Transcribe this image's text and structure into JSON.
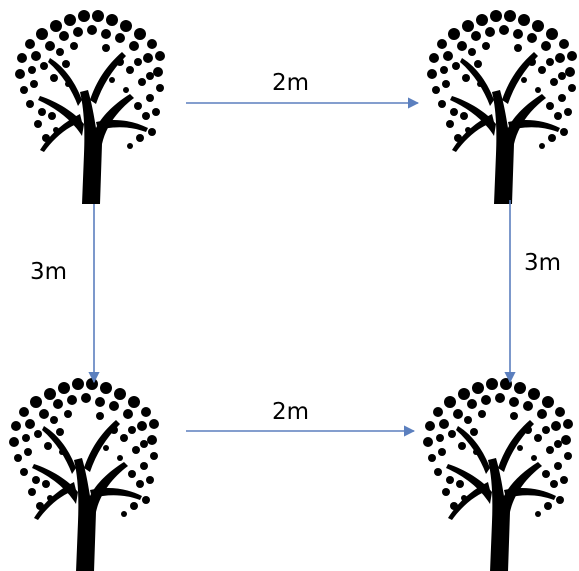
{
  "diagram": {
    "nodes": [
      {
        "id": "tree-top-left",
        "kind": "tree-icon"
      },
      {
        "id": "tree-top-right",
        "kind": "tree-icon"
      },
      {
        "id": "tree-bottom-left",
        "kind": "tree-icon"
      },
      {
        "id": "tree-bottom-right",
        "kind": "tree-icon"
      }
    ],
    "edges": [
      {
        "id": "top",
        "from": "tree-top-left",
        "to": "tree-top-right",
        "label": "2m"
      },
      {
        "id": "bottom",
        "from": "tree-bottom-left",
        "to": "tree-bottom-right",
        "label": "2m"
      },
      {
        "id": "left",
        "from": "tree-top-left",
        "to": "tree-bottom-left",
        "label": "3m"
      },
      {
        "id": "right",
        "from": "tree-top-right",
        "to": "tree-bottom-right",
        "label": "3m"
      }
    ],
    "colors": {
      "tree": "#000000",
      "arrow": "#5b7fbe",
      "text": "#000000",
      "background": "#ffffff"
    }
  }
}
